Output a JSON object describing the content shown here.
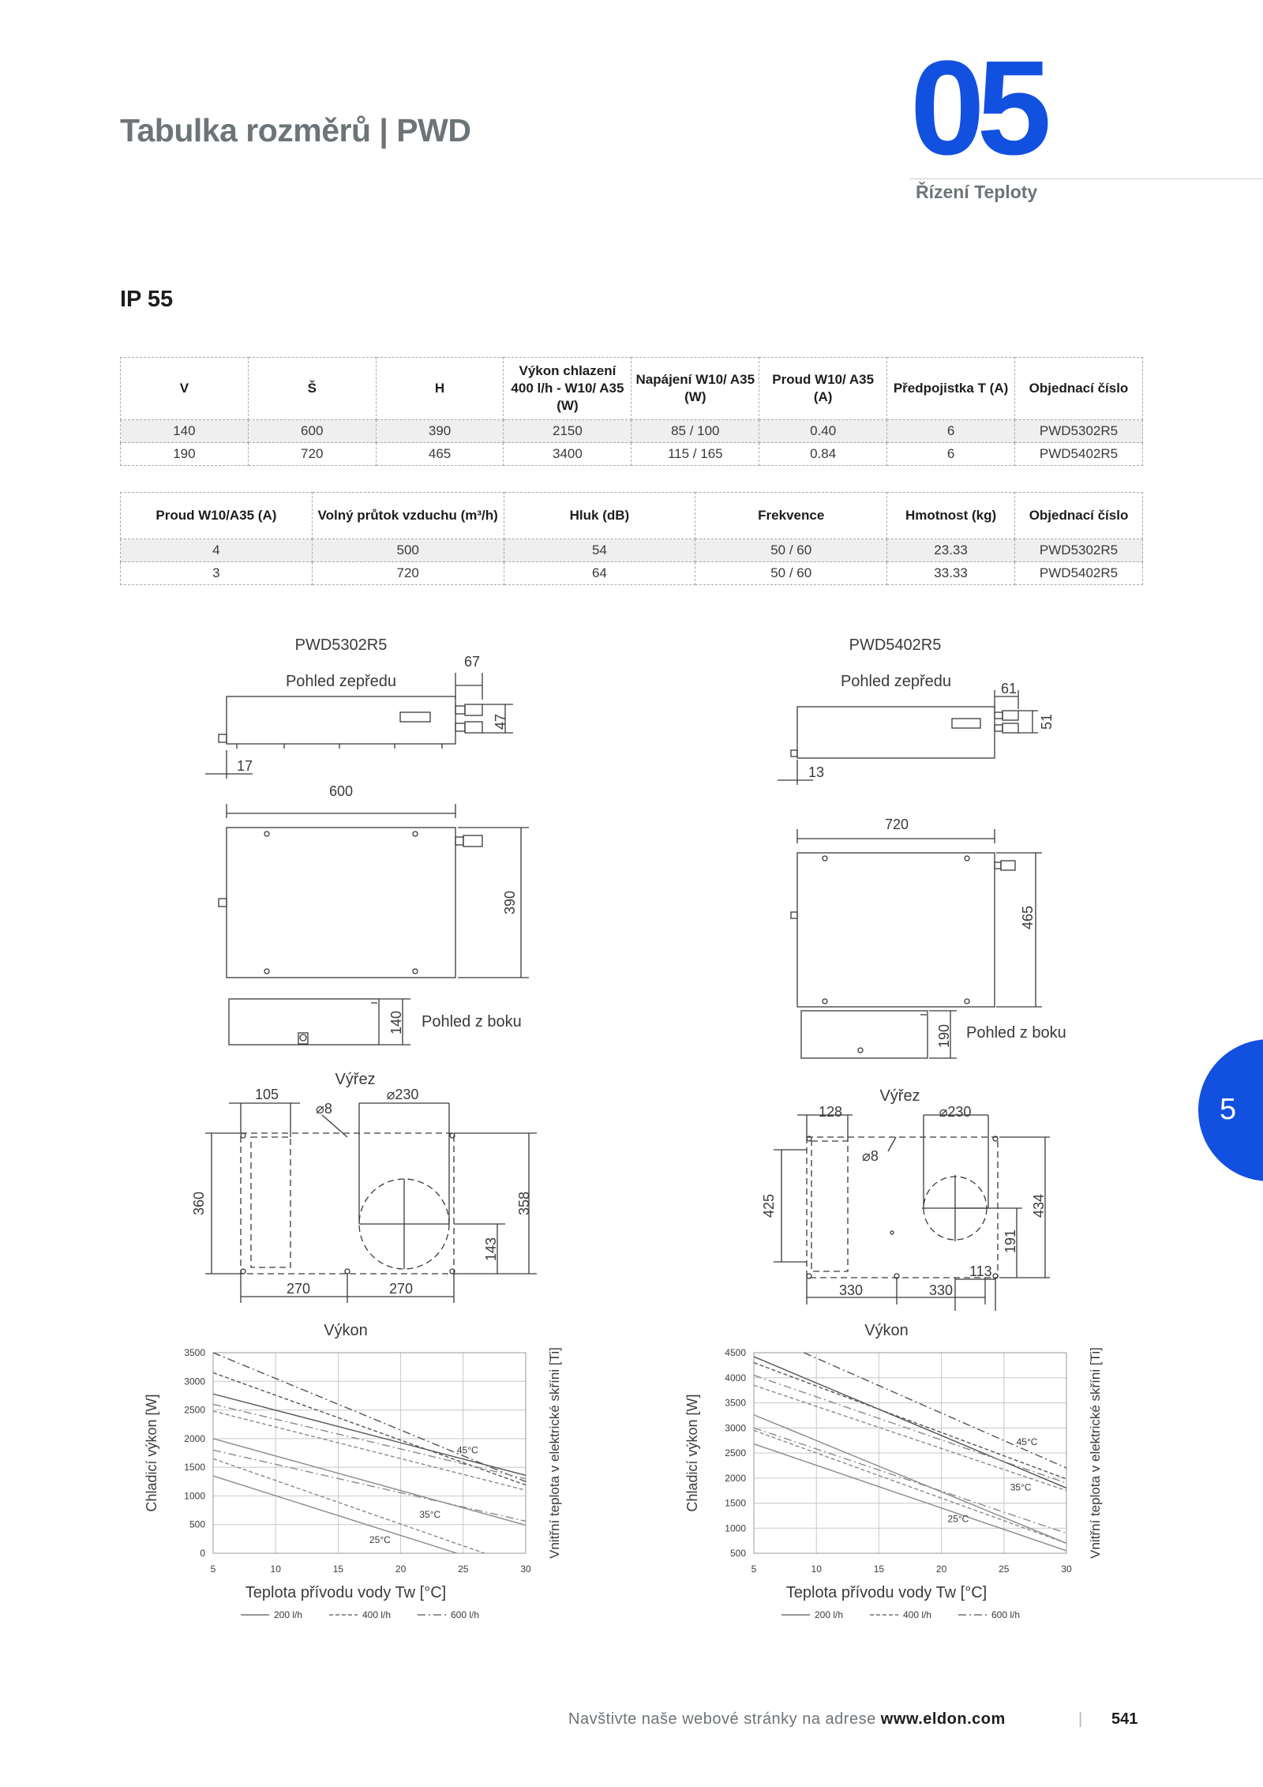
{
  "header": {
    "title": "Tabulka rozměrů | PWD",
    "chapter_number": "05",
    "chapter_name": "Řízení Teploty"
  },
  "section_label": "IP 55",
  "table1": {
    "headers": [
      "V",
      "Š",
      "H",
      "Výkon chlazení 400 l/h - W10/ A35 (W)",
      "Napájení W10/ A35 (W)",
      "Proud W10/ A35 (A)",
      "Předpojistka T (A)",
      "Objednací číslo"
    ],
    "rows": [
      [
        "140",
        "600",
        "390",
        "2150",
        "85 / 100",
        "0.40",
        "6",
        "PWD5302R5"
      ],
      [
        "190",
        "720",
        "465",
        "3400",
        "115 / 165",
        "0.84",
        "6",
        "PWD5402R5"
      ]
    ]
  },
  "table2": {
    "headers": [
      "Proud W10/A35 (A)",
      "Volný průtok vzduchu (m³/h)",
      "Hluk (dB)",
      "Frekvence",
      "Hmotnost (kg)",
      "Objednací číslo"
    ],
    "rows": [
      [
        "4",
        "500",
        "54",
        "50 / 60",
        "23.33",
        "PWD5302R5"
      ],
      [
        "3",
        "720",
        "64",
        "50 / 60",
        "33.33",
        "PWD5402R5"
      ]
    ]
  },
  "drawings": {
    "left": {
      "model": "PWD5302R5",
      "front_view": "Pohled zepředu",
      "side_view": "Pohled z boku",
      "cutout": "Výřez",
      "dims": {
        "conn_width": "67",
        "conn_height": "47",
        "foot": "17",
        "width": "600",
        "height": "390",
        "depth": "140",
        "cut_offset": "105",
        "hole_small": "⌀8",
        "hole_large": "⌀230",
        "cut_h_outer": "360",
        "cut_h_inner": "358",
        "hole_center": "143",
        "cut_w1": "270",
        "cut_w2": "270"
      }
    },
    "right": {
      "model": "PWD5402R5",
      "front_view": "Pohled zepředu",
      "side_view": "Pohled z boku",
      "cutout": "Výřez",
      "dims": {
        "conn_width": "61",
        "conn_height": "51",
        "foot": "13",
        "width": "720",
        "height": "465",
        "depth": "190",
        "cut_offset": "128",
        "hole_small": "⌀8",
        "hole_large": "⌀230",
        "cut_h_outer": "425",
        "cut_h_inner": "434",
        "hole_center": "191",
        "hole_offset": "113",
        "cut_w1": "330",
        "cut_w2": "330"
      }
    }
  },
  "chart_data": [
    {
      "type": "line",
      "title": "Výkon",
      "xlabel": "Teplota přívodu vody Tw [°C]",
      "ylabel": "Chladicí výkon [W]",
      "y2label": "Vnitřní teplota v elektrické skříni [Ti]",
      "xlim": [
        5,
        30
      ],
      "ylim": [
        0,
        3500
      ],
      "xticks": [
        "5",
        "10",
        "15",
        "20",
        "25",
        "30"
      ],
      "yticks": [
        "0",
        "500",
        "1000",
        "1500",
        "2000",
        "2500",
        "3000",
        "3500"
      ],
      "legend": [
        "200 l/h",
        "400 l/h",
        "600 l/h"
      ],
      "annotations": [
        {
          "text": "45°C",
          "x": 24.5,
          "y": 1740
        },
        {
          "text": "35°C",
          "x": 21.5,
          "y": 620
        },
        {
          "text": "25°C",
          "x": 17.5,
          "y": 180
        }
      ],
      "series": [
        {
          "name": "200 l/h",
          "group": "45°C",
          "x": [
            5,
            30
          ],
          "y": [
            2780,
            1360
          ]
        },
        {
          "name": "400 l/h",
          "group": "45°C",
          "x": [
            5,
            30
          ],
          "y": [
            3150,
            1190
          ]
        },
        {
          "name": "600 l/h",
          "group": "45°C",
          "x": [
            5,
            30
          ],
          "y": [
            3500,
            1250
          ]
        },
        {
          "name": "200 l/h",
          "group": "35°C",
          "x": [
            5,
            30
          ],
          "y": [
            2000,
            490
          ]
        },
        {
          "name": "400 l/h",
          "group": "35°C",
          "x": [
            5,
            30
          ],
          "y": [
            2480,
            1100
          ]
        },
        {
          "name": "600 l/h",
          "group": "35°C",
          "x": [
            5,
            30
          ],
          "y": [
            2600,
            1300
          ]
        },
        {
          "name": "200 l/h",
          "group": "25°C",
          "x": [
            5,
            24.5
          ],
          "y": [
            1350,
            0
          ]
        },
        {
          "name": "400 l/h",
          "group": "25°C",
          "x": [
            5,
            26.7
          ],
          "y": [
            1650,
            0
          ]
        },
        {
          "name": "600 l/h",
          "group": "25°C",
          "x": [
            5,
            30
          ],
          "y": [
            1800,
            560
          ]
        }
      ]
    },
    {
      "type": "line",
      "title": "Výkon",
      "xlabel": "Teplota přívodu vody Tw [°C]",
      "ylabel": "Chladicí výkon [W]",
      "y2label": "Vnitřní teplota v elektrické skříni [Ti]",
      "xlim": [
        5,
        30
      ],
      "ylim": [
        500,
        4500
      ],
      "xticks": [
        "5",
        "10",
        "15",
        "20",
        "25",
        "30"
      ],
      "yticks": [
        "500",
        "1000",
        "1500",
        "2000",
        "2500",
        "3000",
        "3500",
        "4000",
        "4500"
      ],
      "legend": [
        "200 l/h",
        "400 l/h",
        "600 l/h"
      ],
      "annotations": [
        {
          "text": "45°C",
          "x": 26,
          "y": 2660
        },
        {
          "text": "35°C",
          "x": 25.5,
          "y": 1750
        },
        {
          "text": "25°C",
          "x": 20.5,
          "y": 1120
        }
      ],
      "series": [
        {
          "name": "200 l/h",
          "group": "45°C",
          "x": [
            5,
            30
          ],
          "y": [
            4420,
            1800
          ]
        },
        {
          "name": "400 l/h",
          "group": "45°C",
          "x": [
            5,
            30
          ],
          "y": [
            4300,
            1980
          ]
        },
        {
          "name": "600 l/h",
          "group": "45°C",
          "x": [
            9,
            30
          ],
          "y": [
            4500,
            2200
          ]
        },
        {
          "name": "200 l/h",
          "group": "35°C",
          "x": [
            5,
            30
          ],
          "y": [
            3260,
            700
          ]
        },
        {
          "name": "400 l/h",
          "group": "35°C",
          "x": [
            5,
            30
          ],
          "y": [
            3850,
            1750
          ]
        },
        {
          "name": "600 l/h",
          "group": "35°C",
          "x": [
            5,
            30
          ],
          "y": [
            4050,
            1900
          ]
        },
        {
          "name": "200 l/h",
          "group": "25°C",
          "x": [
            5,
            30
          ],
          "y": [
            2680,
            550
          ]
        },
        {
          "name": "400 l/h",
          "group": "25°C",
          "x": [
            5,
            30
          ],
          "y": [
            2950,
            700
          ]
        },
        {
          "name": "600 l/h",
          "group": "25°C",
          "x": [
            5,
            30
          ],
          "y": [
            3000,
            900
          ]
        }
      ]
    }
  ],
  "side_tab": "5",
  "footer": {
    "text": "Navštivte naše webové stránky na adrese ",
    "url": "www.eldon.com",
    "separator": "|",
    "page_number": "541"
  }
}
